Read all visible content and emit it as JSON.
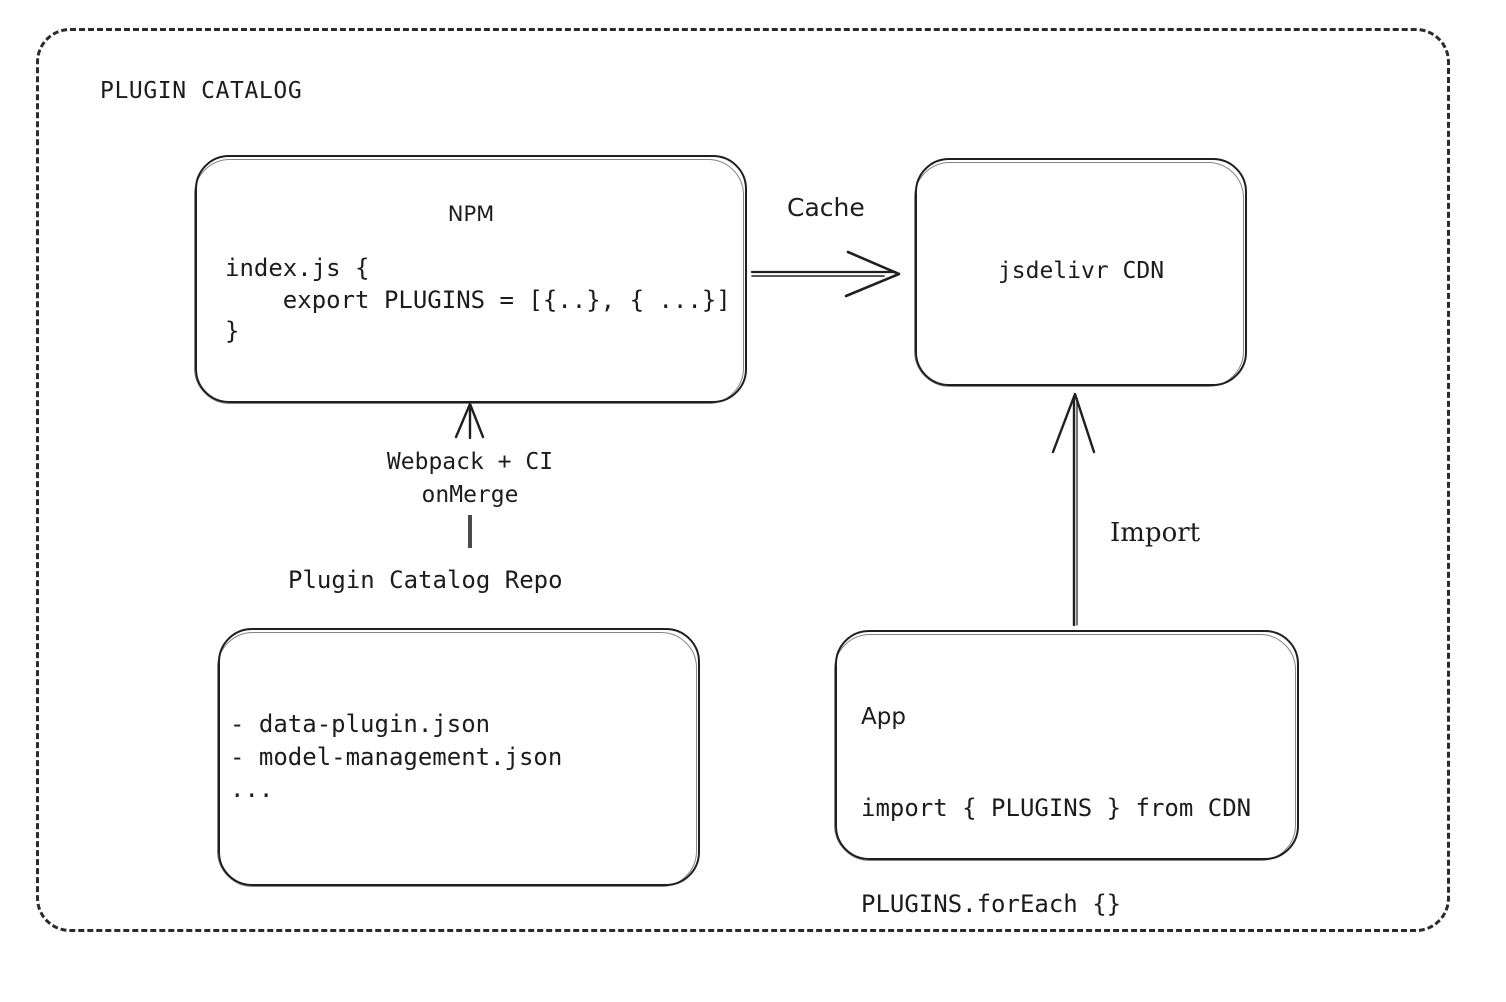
{
  "diagram": {
    "frame_title": "PLUGIN CATALOG",
    "background_color": "#ffffff",
    "stroke_color": "#1f1f1f"
  },
  "nodes": {
    "npm": {
      "title": "NPM",
      "code": "index.js {\n    export PLUGINS = [{..}, { ...}]\n}"
    },
    "cdn": {
      "label": "jsdelivr CDN"
    },
    "repo": {
      "caption": "Plugin Catalog Repo",
      "files": "- data-plugin.json\n- model-management.json\n..."
    },
    "app": {
      "title": "App",
      "line1": "import { PLUGINS } from CDN",
      "line2": "PLUGINS.forEach {}"
    }
  },
  "edges": {
    "cache": {
      "label": "Cache"
    },
    "build": {
      "label": "Webpack + CI\nonMerge"
    },
    "import": {
      "label": "Import"
    }
  }
}
